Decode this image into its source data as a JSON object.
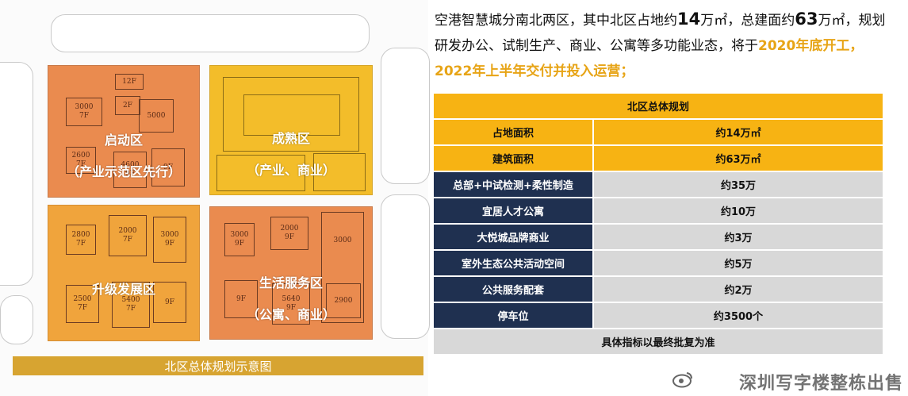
{
  "map": {
    "caption": "北区总体规划示意图",
    "zones": [
      {
        "name": "启动区",
        "sub": "（产业示范区先行）"
      },
      {
        "name": "成熟区",
        "sub": "（产业、商业）"
      },
      {
        "name": "升级发展区",
        "sub": ""
      },
      {
        "name": "生活服务区",
        "sub": "（公寓、商业）"
      }
    ],
    "buildings_start": [
      "12F",
      "3000\n7F",
      "2F",
      "5000",
      "2600\n7F",
      "4600\n9F",
      "9F"
    ],
    "buildings_upgrade": [
      "2800\n7F",
      "2000\n7F",
      "3000\n9F",
      "2500\n7F",
      "5400\n7F",
      "9F"
    ],
    "buildings_service": [
      "3000\n9F",
      "2000\n9F",
      "3000",
      "9F",
      "5640\n9F",
      "2900"
    ]
  },
  "intro": {
    "p1": "空港智慧城分南北两区，其中北区占地约",
    "n1": "14",
    "p2": "万㎡，总建面约",
    "n2": "63",
    "p3": "万㎡，规划研发办公、试制生产、商业、公寓等多功能业态，将于",
    "hl1": "2020年底开工，",
    "hl2": " 2022年上半年交付并投入运营；"
  },
  "table": {
    "title": "北区总体规划",
    "gold_rows": [
      {
        "k": "占地面积",
        "v": "约14万㎡"
      },
      {
        "k": "建筑面积",
        "v": "约63万㎡"
      }
    ],
    "rows": [
      {
        "k": "总部+中试检测+柔性制造",
        "v": "约35万"
      },
      {
        "k": "宜居人才公寓",
        "v": "约10万"
      },
      {
        "k": "大悦城品牌商业",
        "v": "约3万"
      },
      {
        "k": "室外生态公共活动空间",
        "v": "约5万"
      },
      {
        "k": "公共服务配套",
        "v": "约2万"
      },
      {
        "k": "停车位",
        "v": "约3500个"
      }
    ],
    "footer": "具体指标以最终批复为准"
  },
  "watermark": "深圳写字楼整栋出售",
  "colors": {
    "gold": "#f7b313",
    "navy": "#1f3050",
    "gray": "#d8d8d8",
    "orange": "#ea8b4f",
    "yellow": "#f3bd2a"
  }
}
